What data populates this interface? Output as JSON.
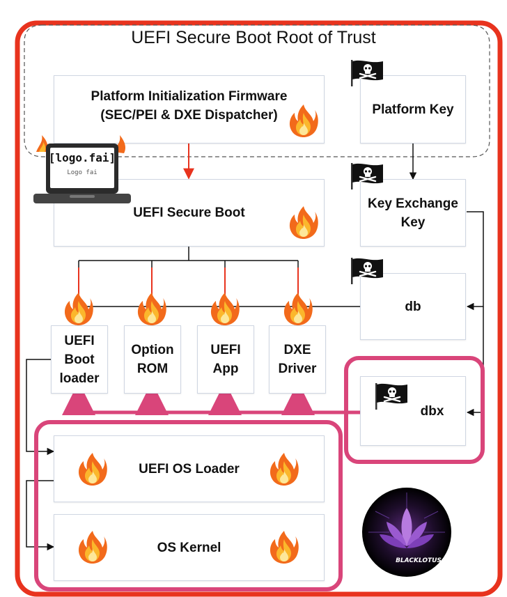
{
  "title": "UEFI Secure Boot Root of Trust",
  "boxes": {
    "pi_firmware": "Platform Initialization Firmware\n(SEC/PEI & DXE Dispatcher)",
    "platform_key": "Platform Key",
    "secure_boot": "UEFI Secure Boot",
    "kek": "Key Exchange\nKey",
    "db": "db",
    "dbx": "dbx",
    "boot_loader": "UEFI\nBoot\nloader",
    "option_rom": "Option\nROM",
    "uefi_app": "UEFI\nApp",
    "dxe_driver": "DXE\nDriver",
    "os_loader": "UEFI OS Loader",
    "os_kernel": "OS Kernel"
  },
  "laptop": {
    "screen_text": "[logo.fai]",
    "screen_sub": "Logo fai"
  },
  "logo": {
    "text": "BLACKLOTUS"
  },
  "colors": {
    "red": "#e8331e",
    "pink": "#d9457a",
    "box_border": "#cfd6e2"
  }
}
